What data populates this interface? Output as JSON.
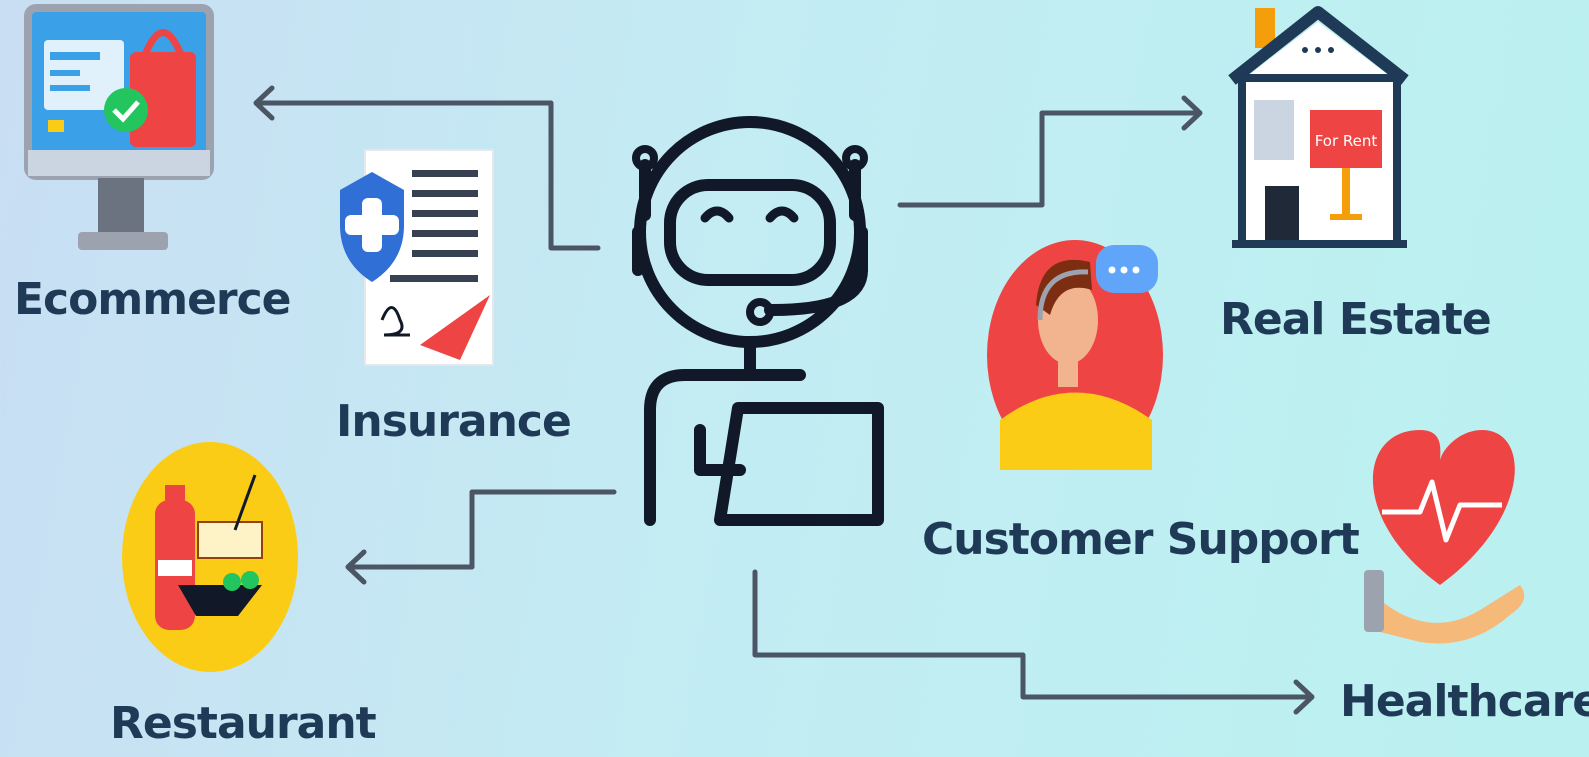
{
  "diagram": {
    "heading": "",
    "center": {
      "icon": "robot-support-agent-icon"
    },
    "nodes": {
      "ecommerce": {
        "label": "Ecommerce",
        "icon": "shopping-monitor-icon"
      },
      "insurance": {
        "label": "Insurance",
        "icon": "insurance-document-icon"
      },
      "restaurant": {
        "label": "Restaurant",
        "icon": "food-plate-icon"
      },
      "real_estate": {
        "label": "Real Estate",
        "icon": "house-for-rent-icon"
      },
      "customer_support": {
        "label": "Customer Support",
        "icon": "support-agent-icon"
      },
      "healthcare": {
        "label": "Healthcare",
        "icon": "heart-in-hand-icon"
      }
    },
    "sign_text": "For Rent",
    "colors": {
      "label": "#1f3a56",
      "connector": "#4b5563",
      "accent_red": "#ef4444",
      "accent_blue": "#3b82f6",
      "accent_yellow": "#facc15",
      "monitor_blue": "#3aa0e8"
    }
  }
}
